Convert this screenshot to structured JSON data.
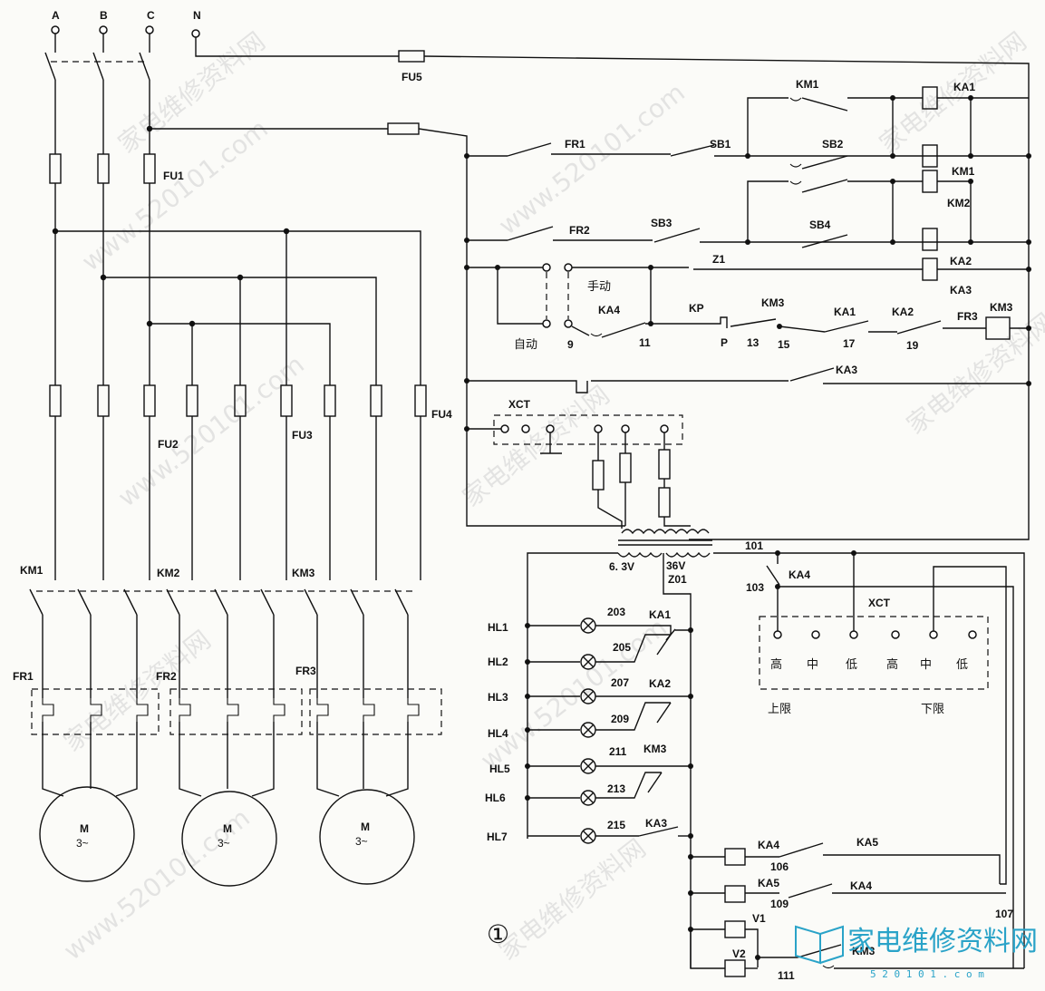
{
  "figure_number": "①",
  "phases": [
    "A",
    "B",
    "C",
    "N"
  ],
  "fuses": {
    "fu1": "FU1",
    "fu2": "FU2",
    "fu3": "FU3",
    "fu4": "FU4",
    "fu5": "FU5"
  },
  "power": {
    "contactors": [
      "KM1",
      "KM2",
      "KM3"
    ],
    "thermal": [
      "FR1",
      "FR2",
      "FR3"
    ],
    "motor_label": "M",
    "motor_phase": "3~"
  },
  "control": {
    "fr1": "FR1",
    "fr2": "FR2",
    "fr3": "FR3",
    "sb1": "SB1",
    "sb2": "SB2",
    "sb3": "SB3",
    "sb4": "SB4",
    "km1": "KM1",
    "km2": "KM2",
    "km3": "KM3",
    "ka1": "KA1",
    "ka2": "KA2",
    "ka3": "KA3",
    "ka4": "KA4",
    "z1": "Z1",
    "kp": "KP",
    "manual": "手动",
    "auto": "自动",
    "n9": "9",
    "n11": "11",
    "np": "P",
    "n13": "13",
    "n15": "15",
    "n17": "17",
    "n19": "19",
    "xct": "XCT"
  },
  "transformer": {
    "v1": "6. 3V",
    "v2": "36V",
    "z01": "Z01",
    "n101": "101",
    "n103": "103"
  },
  "lamps": {
    "labels": [
      "HL1",
      "HL2",
      "HL3",
      "HL4",
      "HL5",
      "HL6",
      "HL7"
    ],
    "nodes": [
      "203",
      "205",
      "207",
      "209",
      "211",
      "213",
      "215"
    ],
    "contacts": [
      "KA1",
      "KA2",
      "KM3",
      "KA3"
    ]
  },
  "level": {
    "xct": "XCT",
    "ka4": "KA4",
    "scale": [
      "高",
      "中",
      "低",
      "高",
      "中",
      "低"
    ],
    "upper": "上限",
    "lower": "下限"
  },
  "bottom": {
    "ka4": "KA4",
    "ka5": "KA5",
    "ka5b": "KA5",
    "ka4b": "KA4",
    "n106": "106",
    "n109": "109",
    "n107": "107",
    "n111": "111",
    "v1": "V1",
    "v2": "V2",
    "km3": "KM3"
  },
  "watermarks": [
    "家电维修资料网",
    "www.520101.com"
  ],
  "logo": {
    "text": "家电维修资料网",
    "url": "5 2 0 1 0 1 . c o m"
  }
}
